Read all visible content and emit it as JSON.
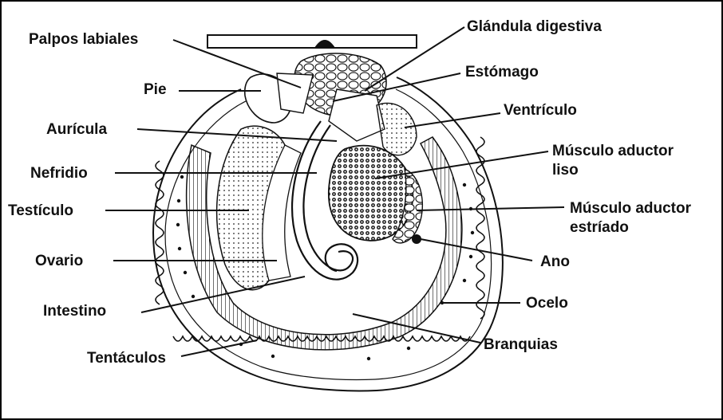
{
  "labels": {
    "palpos_labiales": "Palpos labiales",
    "pie": "Pie",
    "auricula": "Aurícula",
    "nefridio": "Nefridio",
    "testiculo": "Testículo",
    "ovario": "Ovario",
    "intestino": "Intestino",
    "tentaculos": "Tentáculos",
    "glandula_digestiva": "Glándula digestiva",
    "estomago": "Estómago",
    "ventriculo": "Ventrículo",
    "musculo_aductor_liso_1": "Músculo aductor",
    "musculo_aductor_liso_2": "liso",
    "musculo_aductor_estriado_1": "Músculo aductor",
    "musculo_aductor_estriado_2": "estríado",
    "ano": "Ano",
    "ocelo": "Ocelo",
    "branquias": "Branquias"
  },
  "colors": {
    "ink": "#111111",
    "background": "#ffffff"
  }
}
